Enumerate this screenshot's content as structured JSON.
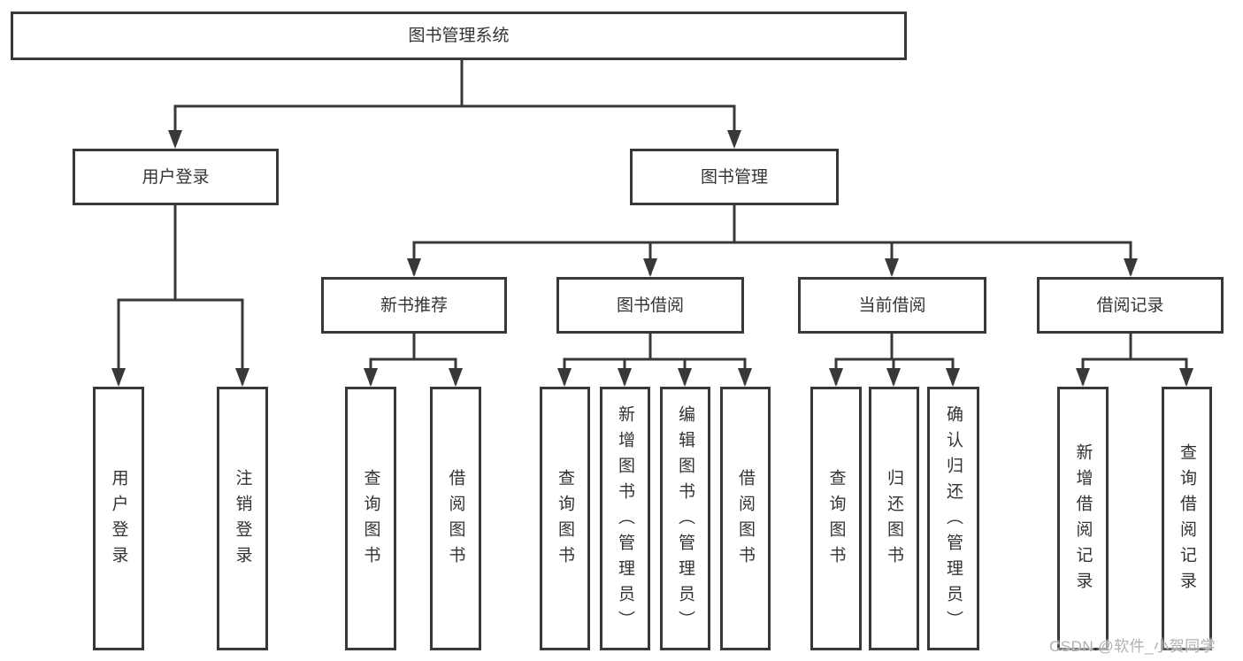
{
  "diagram": {
    "root": {
      "label": "图书管理系统"
    },
    "level2": [
      {
        "label": "用户登录"
      },
      {
        "label": "图书管理"
      }
    ],
    "level3": [
      {
        "label": "新书推荐"
      },
      {
        "label": "图书借阅"
      },
      {
        "label": "当前借阅"
      },
      {
        "label": "借阅记录"
      }
    ],
    "leaves": {
      "login": [
        "用户登录",
        "注销登录"
      ],
      "recommend": [
        "查询图书",
        "借阅图书"
      ],
      "borrow": [
        "查询图书",
        "新增图书（管理员）",
        "编辑图书（管理员）",
        "借阅图书"
      ],
      "current": [
        "查询图书",
        "归还图书",
        "确认归还（管理员）"
      ],
      "records": [
        "新增借阅记录",
        "查询借阅记录"
      ]
    }
  },
  "watermark": {
    "text": "CSDN @软件_小贺同学"
  },
  "colors": {
    "line": "#383838",
    "text": "#333333",
    "background": "#ffffff",
    "watermark": "#b0b0b0"
  }
}
